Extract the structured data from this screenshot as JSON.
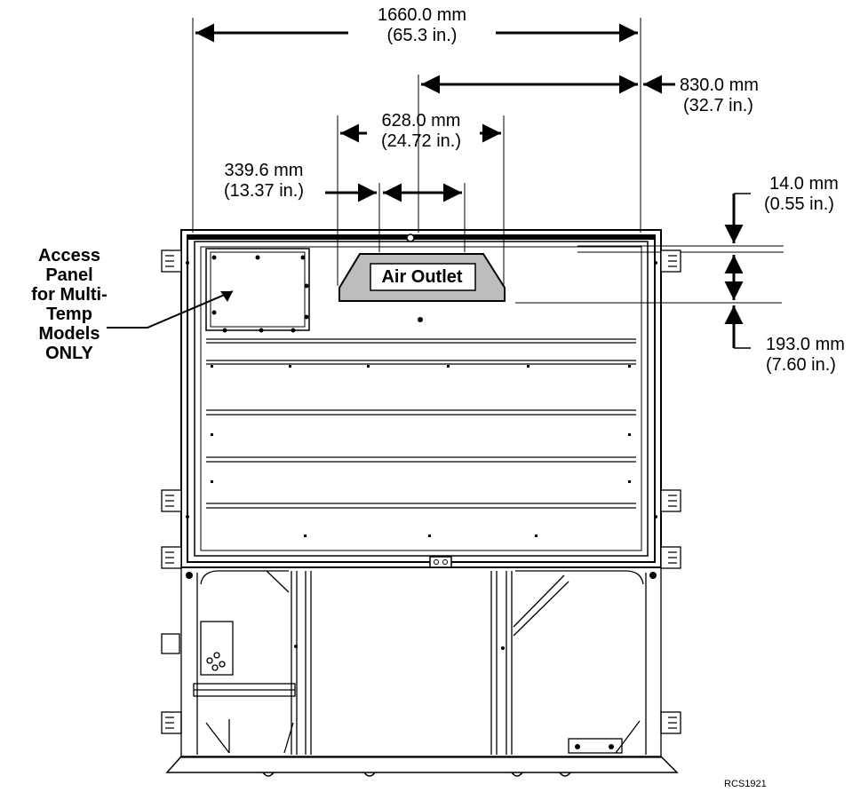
{
  "dimensions": {
    "overall_width": {
      "mm": "1660.0 mm",
      "in": "(65.3 in.)"
    },
    "half_width": {
      "mm": "830.0 mm",
      "in": "(32.7 in.)"
    },
    "outlet_width": {
      "mm": "628.0 mm",
      "in": "(24.72 in.)"
    },
    "outlet_offset": {
      "mm": "339.6 mm",
      "in": "(13.37 in.)"
    },
    "top_gap": {
      "mm": "14.0 mm",
      "in": "(0.55 in.)"
    },
    "outlet_height": {
      "mm": "193.0 mm",
      "in": "(7.60 in.)"
    }
  },
  "labels": {
    "air_outlet": "Air Outlet",
    "access_panel": [
      "Access",
      "Panel",
      "for Multi-",
      "Temp",
      "Models",
      "ONLY"
    ],
    "drawing_code": "RCS1921"
  }
}
